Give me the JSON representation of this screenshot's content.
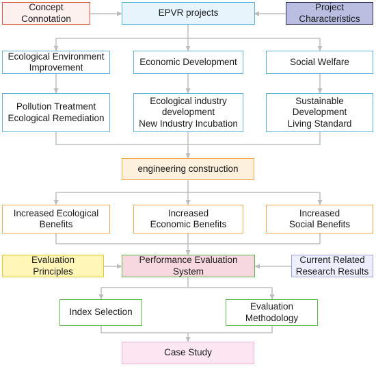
{
  "nodes": {
    "concept": "Concept\nConnotation",
    "epvr": "EPVR projects",
    "characteristics": "Project\nCharacteristics",
    "eco_env": "Ecological Environment\nImprovement",
    "econ_dev": "Economic Development",
    "social_welfare": "Social Welfare",
    "pollution": "Pollution Treatment\nEcological Remediation",
    "eco_industry": "Ecological industry\ndevelopment\nNew Industry Incubation",
    "sustainable": "Sustainable\nDevelopment\nLiving Standard",
    "engineering": "engineering construction",
    "inc_eco": "Increased Ecological\nBenefits",
    "inc_econ": "Increased\nEconomic Benefits",
    "inc_social": "Increased\nSocial Benefits",
    "eval_principles": "Evaluation\nPrinciples",
    "perf_eval": "Performance Evaluation\nSystem",
    "current_results": "Current Related\nResearch Results",
    "index_selection": "Index Selection",
    "eval_method": "Evaluation\nMethodology",
    "case_study": "Case Study"
  },
  "colors": {
    "connector": "#bdbdbd",
    "red": "#e0503a",
    "blue": "#5ab3dc",
    "navy": "#2b2b55",
    "orange": "#f0a64a",
    "yellow": "#e0cc1a",
    "green": "#5cb84a",
    "lavender": "#9ea2dc",
    "pink": "#efb0cf"
  }
}
